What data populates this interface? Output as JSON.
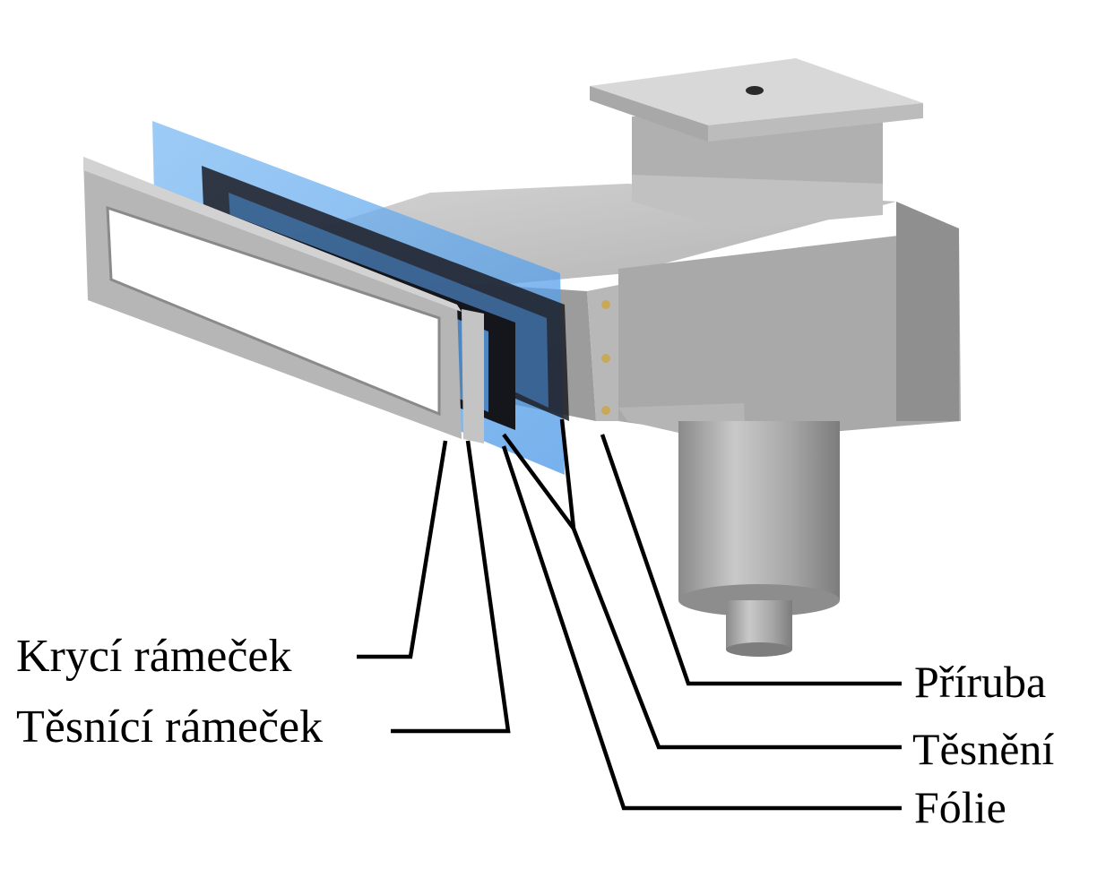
{
  "labels": {
    "kryci_ramecek": "Krycí rámeček",
    "tesnici_ramecek": "Těsnící rámeček",
    "priruba": "Příruba",
    "tesneni": "Těsnění",
    "folie": "Fólie"
  },
  "colors": {
    "steel_light": "#c9c9c9",
    "steel_mid": "#a3a3a3",
    "steel_dark": "#7e7e7e",
    "foil_blue": "#5aa6f0",
    "gasket_black": "#1a1a22",
    "leader_line": "#000000"
  }
}
